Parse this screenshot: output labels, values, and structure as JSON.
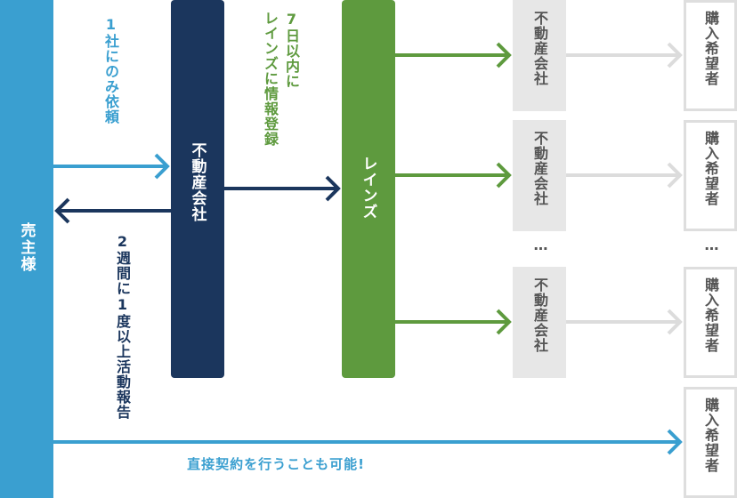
{
  "nodes": {
    "seller": "売主様",
    "agent": "不動産会社",
    "reins": "レインズ",
    "realtor": "不動産会社",
    "buyer": "購入希望者",
    "ellipsis": "…"
  },
  "edges": {
    "request_one_agent": "1社にのみ依頼",
    "activity_report": "2週間に1度以上活動報告",
    "register_reins_col1": "7日以内に",
    "register_reins_col2": "レインズに情報登録",
    "direct_contract": "直接契約を行うことも可能!"
  },
  "colors": {
    "seller": "#3a9fd0",
    "agent": "#1b365d",
    "reins": "#5e9a3e",
    "realtor_box": "#e7e7e7",
    "buyer_border": "#dedede",
    "faded_arrow": "#dcdcdc"
  }
}
